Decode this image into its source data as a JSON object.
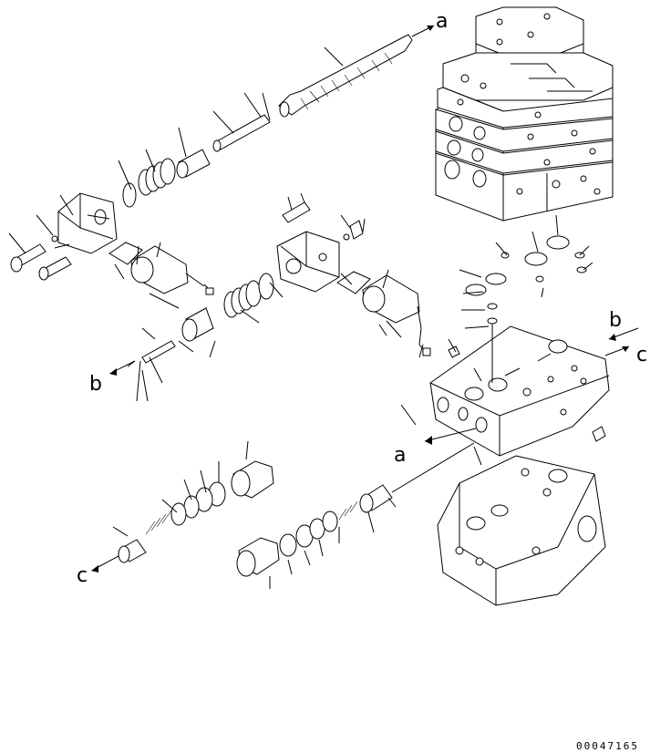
{
  "diagram": {
    "callout_labels": {
      "a_top": "a",
      "a_mid": "a",
      "b_left": "b",
      "b_right": "b",
      "c_left": "c",
      "c_right": "c"
    },
    "drawing_number": "00047165"
  }
}
